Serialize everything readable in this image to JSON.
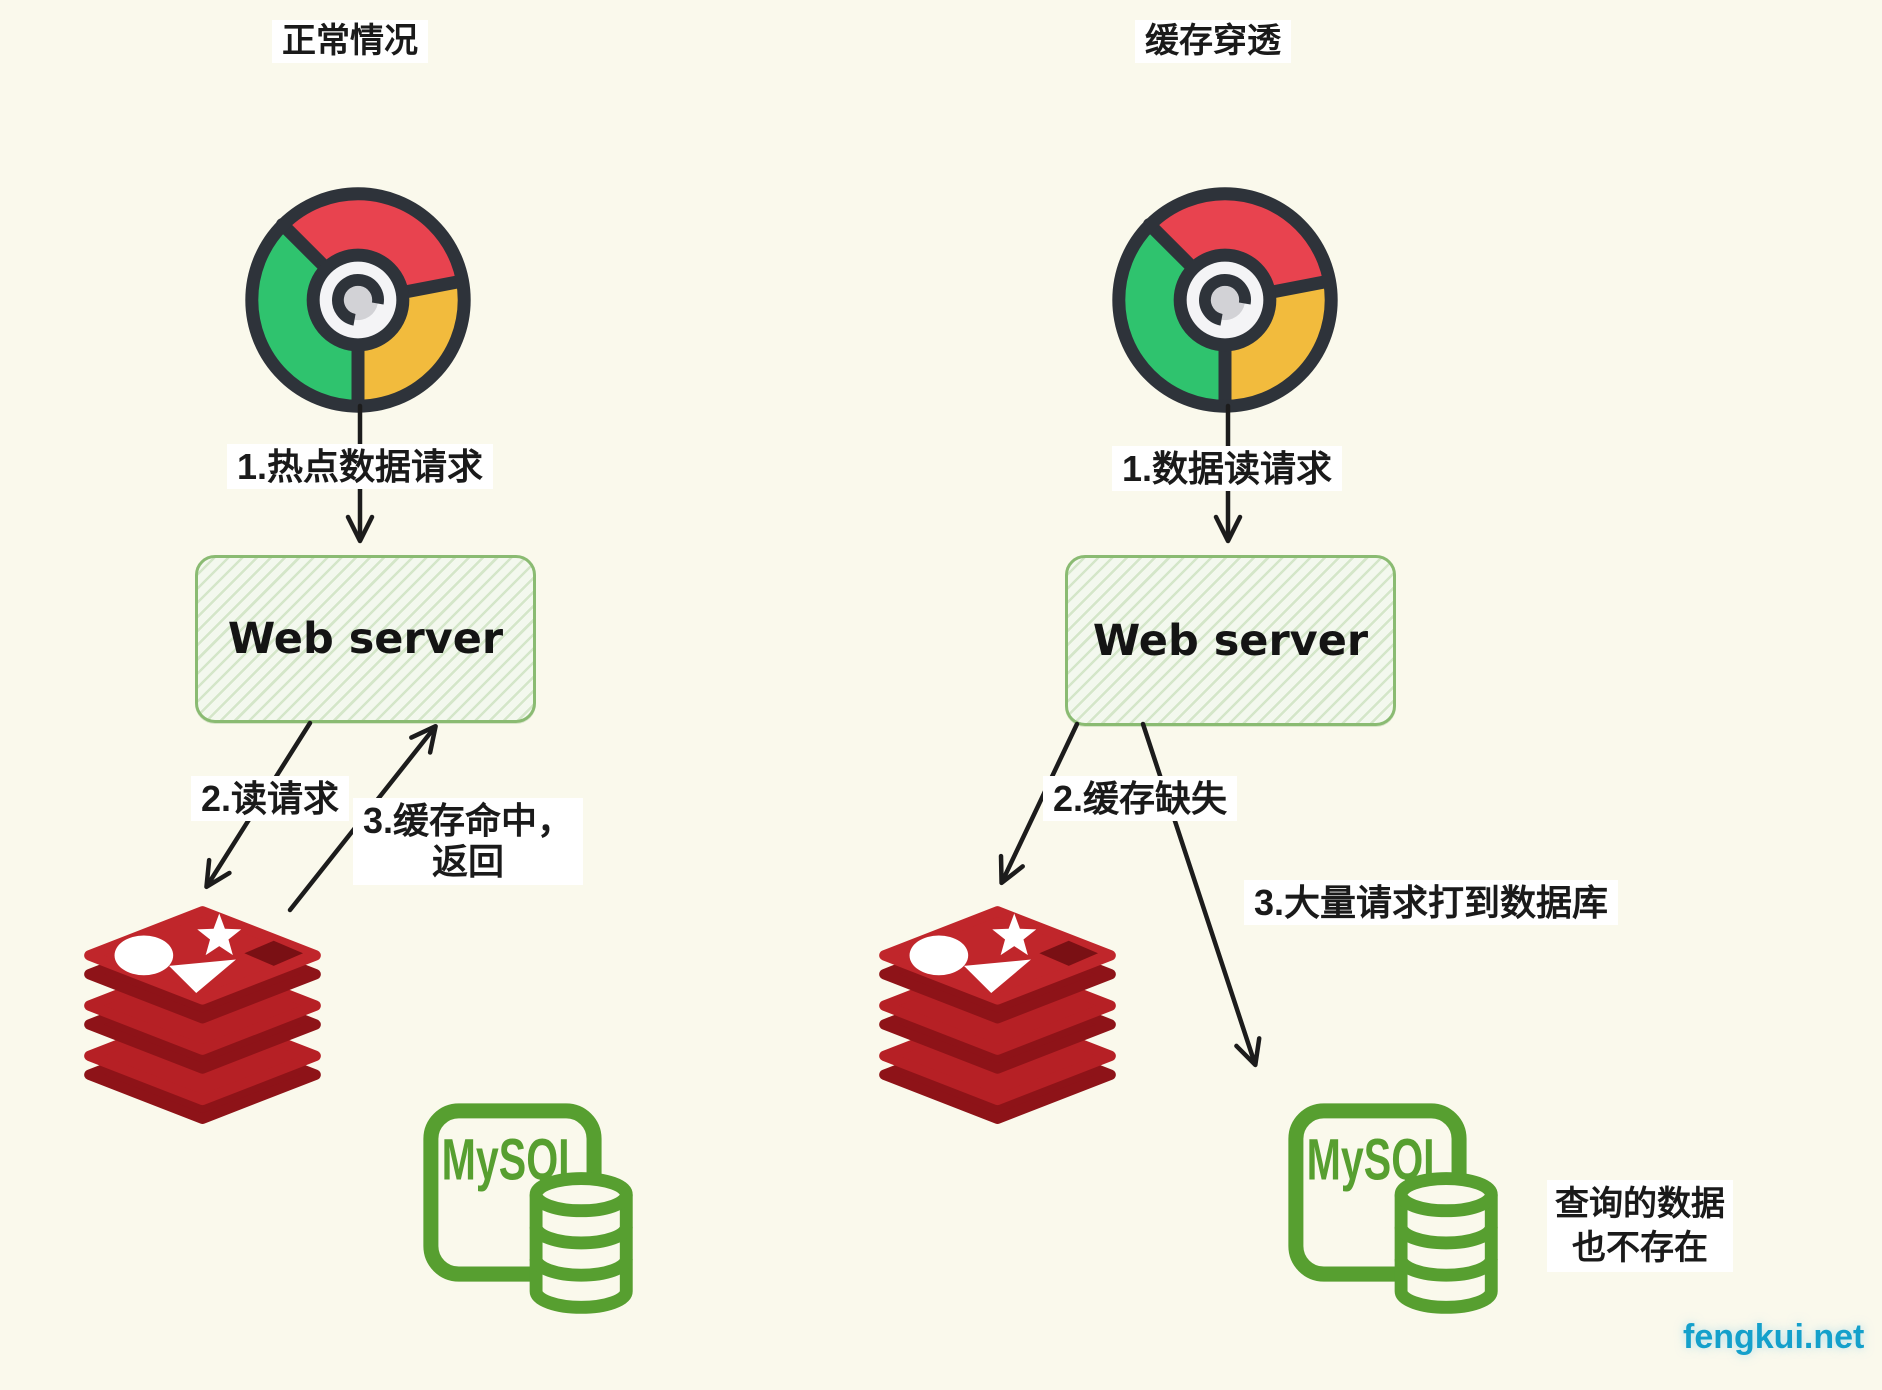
{
  "left": {
    "title": "正常情况",
    "step1_label": "1.热点数据请求",
    "server_label": "Web server",
    "step2_label": "2.读请求",
    "step3_label_line1": "3.缓存命中，",
    "step3_label_line2": "返回",
    "mysql_label": "MySQL"
  },
  "right": {
    "title": "缓存穿透",
    "step1_label": "1.数据读请求",
    "server_label": "Web server",
    "step2_label": "2.缓存缺失",
    "step3_label": "3.大量请求打到数据库",
    "mysql_label": "MySQL",
    "note_line1": "查询的数据",
    "note_line2": "也不存在"
  },
  "watermark": "fengkui.net",
  "icons": {
    "browser": "chrome-browser-icon",
    "cache": "redis-cache-icon",
    "database": "mysql-database-icon"
  },
  "colors": {
    "background": "#faf9ec",
    "arrow": "#1c1c1c",
    "server_box_border": "#8abb72",
    "server_box_fill": "#f3f8ee",
    "chrome_red": "#e8434f",
    "chrome_green": "#2fc36e",
    "chrome_yellow": "#f2bb3d",
    "chrome_outline": "#2e333a",
    "redis_red": "#b62025",
    "redis_dark_red": "#8e1318",
    "mysql_green": "#579f30",
    "watermark_blue": "#14a0cb",
    "label_background": "#ffffff"
  }
}
